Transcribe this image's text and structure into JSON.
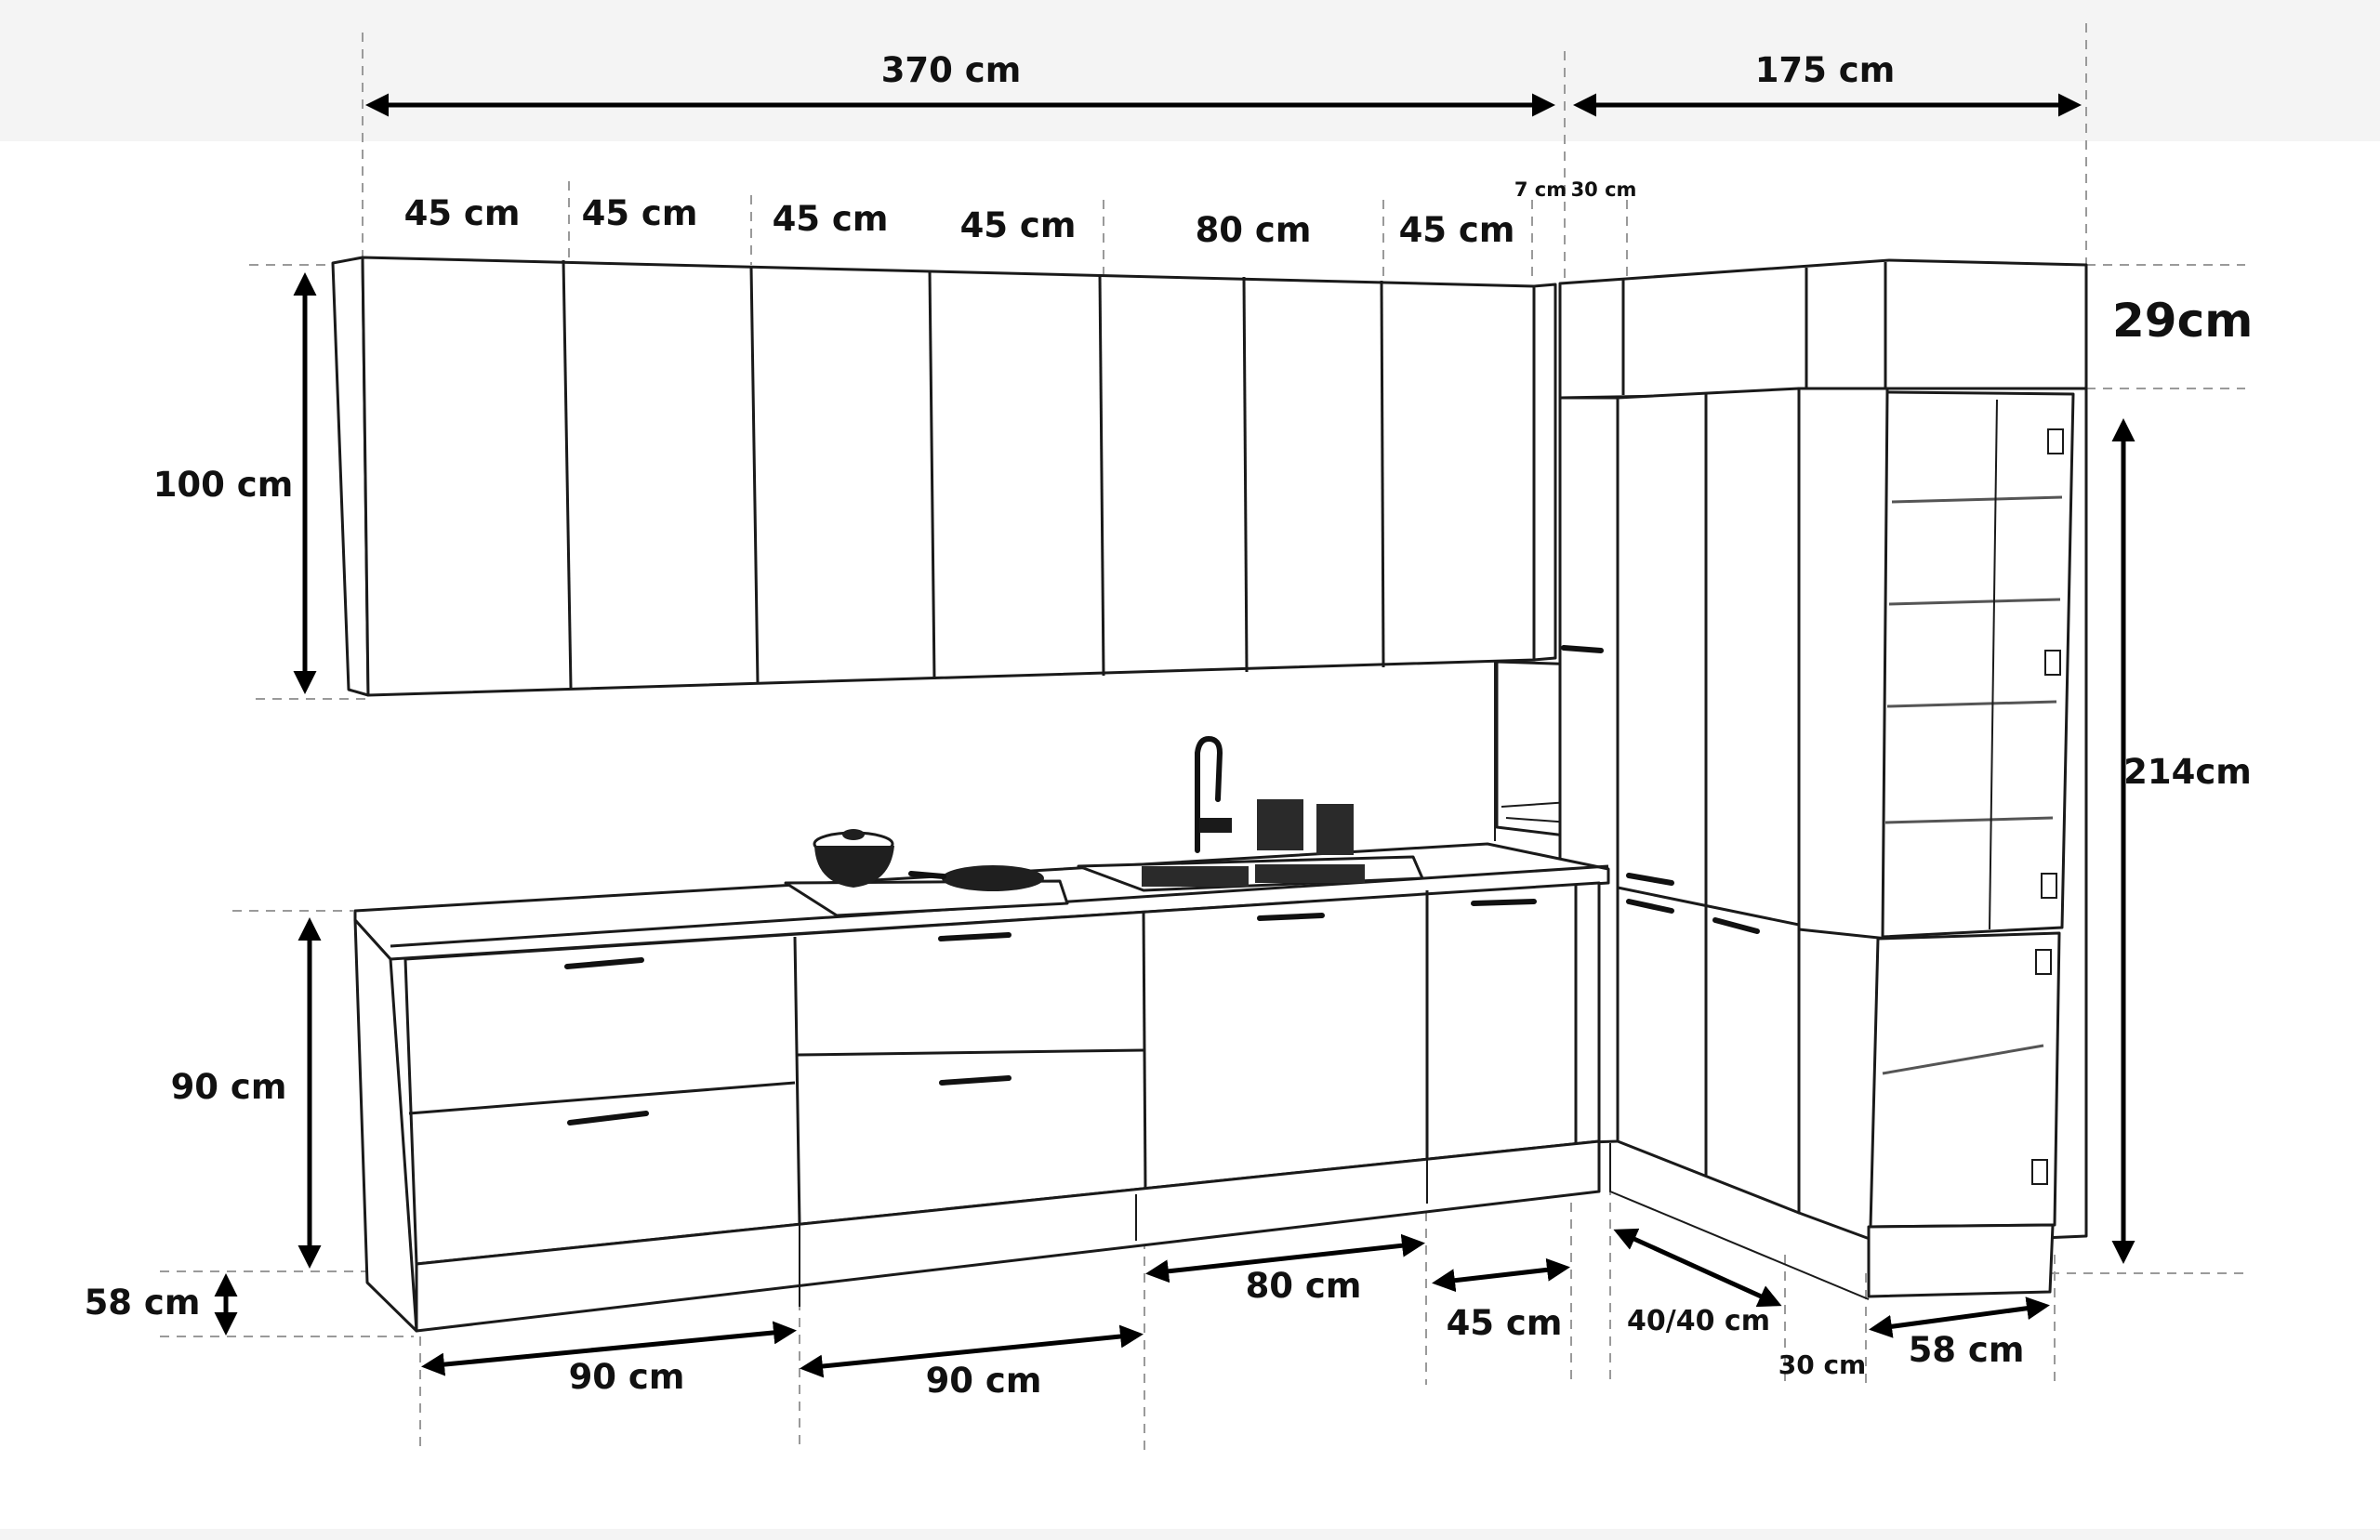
{
  "diagram": {
    "dimensions": {
      "top_total_left": "370 cm",
      "top_total_right": "175 cm",
      "upper_widths": [
        "45 cm",
        "45 cm",
        "45 cm",
        "45 cm",
        "80 cm",
        "45 cm"
      ],
      "small_7": "7 cm",
      "small_30": "30 cm",
      "top_height": "29cm",
      "upper_height": "100 cm",
      "tall_height": "214cm",
      "base_height": "90 cm",
      "plinth_height": "58 cm",
      "bottom_90_a": "90 cm",
      "bottom_90_b": "90 cm",
      "bottom_80": "80 cm",
      "bottom_45": "45 cm",
      "corner": "40/40 cm",
      "bottom_30": "30 cm",
      "bottom_58": "58 cm"
    },
    "colors": {
      "line": "#1a1a1a",
      "arrow": "#000000",
      "guide": "#9a9a9a",
      "band": "#f4f4f4"
    }
  }
}
